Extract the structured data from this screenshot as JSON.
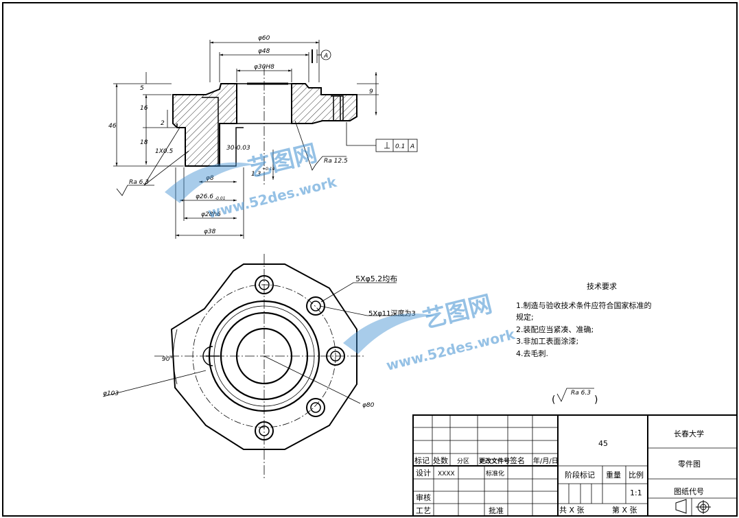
{
  "part_drawing": {
    "front_view_dims": {
      "d60": "φ60",
      "d48": "φ48",
      "d30h8": "φ30H8",
      "d8": "φ8",
      "d26": "φ26.6",
      "d26_tol": "-0.01",
      "d28h6": "φ28h6",
      "d38": "φ38",
      "h5": "5",
      "h16": "16",
      "h46": "46",
      "h18": "18",
      "h9": "9",
      "h2": "2",
      "chamfer": "1X0.5",
      "groove": "30-0.03",
      "groove2": "1.3",
      "groove2_tol": "+0.14",
      "datum": "A",
      "perp_tol": "0.1",
      "perp_datum": "A",
      "rough_12_5": "Ra 12.5",
      "rough_6_3": "Ra 6.3"
    },
    "top_view_dims": {
      "holes_52": "5Xφ5.2均布",
      "holes_11": "5Xφ11深度为3",
      "angle": "90°",
      "d103": "φ103",
      "d80": "φ80"
    },
    "tech_requirements": {
      "title": "技术要求",
      "line1": "1.制造与验收技术条件应符合国家标准的",
      "line1b": "规定;",
      "line2": "2.装配应当紧凑、准确;",
      "line3": "3.非加工表面涂漆;",
      "line4": "4.去毛刺."
    },
    "general_roughness": {
      "open": "(",
      "value": "Ra 6.3",
      "close": ")"
    },
    "title_block": {
      "material": "45",
      "university": "长春大学",
      "drawing_name": "零件图",
      "drawing_code": "图纸代号",
      "mark": "标记",
      "count": "处数",
      "zone": "分区",
      "change_doc": "更改文件号",
      "signature": "签名",
      "date": "年/月/日",
      "design": "设计",
      "designer": "XXXX",
      "standardize": "标准化",
      "review": "审核",
      "process": "工艺",
      "approve": "批准",
      "stage_mark": "阶段标记",
      "weight": "重量",
      "scale_label": "比例",
      "scale": "1:1",
      "total": "共 X 张",
      "sheet": "第 X 张"
    },
    "watermark": {
      "name": "艺图网",
      "url": "www.52des.work"
    }
  }
}
